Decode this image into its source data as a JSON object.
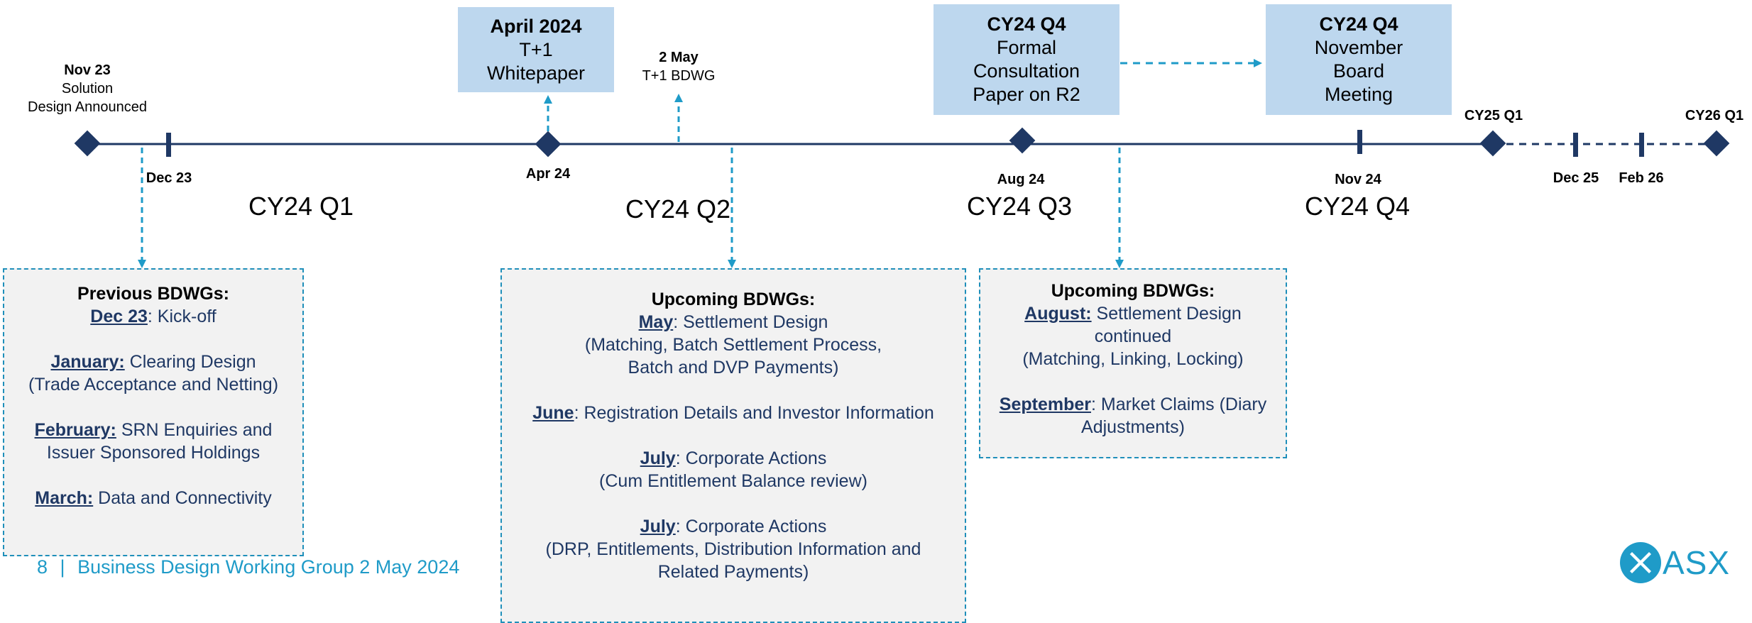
{
  "colors": {
    "navy": "#1f3864",
    "accent_blue": "#1f9bc8",
    "box_blue": "#bdd7ee",
    "box_grey": "#f2f2f2"
  },
  "timeline": {
    "milestones": [
      {
        "title": "Nov 23",
        "sub": "Solution",
        "sub2": "Design Announced"
      },
      {
        "title": "2 May",
        "sub": "T+1 BDWG"
      },
      {
        "title": "CY25 Q1"
      },
      {
        "title": "CY26 Q1"
      }
    ],
    "dates": [
      "Dec 23",
      "Apr 24",
      "Aug 24",
      "Nov 24",
      "Dec 25",
      "Feb 26"
    ],
    "quarters": [
      "CY24 Q1",
      "CY24 Q2",
      "CY24 Q3",
      "CY24 Q4"
    ]
  },
  "blue_boxes": [
    {
      "title": "April 2024",
      "lines": [
        "T+1",
        "Whitepaper"
      ]
    },
    {
      "title": "CY24 Q4",
      "lines": [
        "Formal",
        "Consultation",
        "Paper on R2"
      ]
    },
    {
      "title": "CY24 Q4",
      "lines": [
        "November",
        "Board",
        "Meeting"
      ]
    }
  ],
  "previous": {
    "heading": "Previous BDWGs:",
    "items": [
      {
        "key": "Dec 23",
        "sep": ":",
        "text": " Kick-off",
        "extra": ""
      },
      {
        "key": "January:",
        "sep": "",
        "text": " Clearing Design",
        "extra": "(Trade Acceptance and Netting)"
      },
      {
        "key": "February:",
        "sep": "",
        "text": " SRN Enquiries and",
        "extra": "Issuer Sponsored Holdings"
      },
      {
        "key": "March:",
        "sep": "",
        "text": " Data and Connectivity",
        "extra": ""
      }
    ]
  },
  "upcoming_q2": {
    "heading": "Upcoming BDWGs:",
    "items": [
      {
        "key": "May",
        "sep": ":",
        "text": " Settlement Design",
        "extra": "(Matching, Batch Settlement Process,",
        "extra2": "Batch and DVP Payments)"
      },
      {
        "key": "June",
        "sep": ":",
        "text": " Registration Details and Investor Information",
        "extra": "",
        "extra2": ""
      },
      {
        "key": "July",
        "sep": ":",
        "text": " Corporate Actions",
        "extra": "(Cum Entitlement Balance review)",
        "extra2": ""
      },
      {
        "key": "July",
        "sep": ":",
        "text": " Corporate Actions",
        "extra": "(DRP, Entitlements, Distribution Information and",
        "extra2": "Related Payments)"
      }
    ]
  },
  "upcoming_q3": {
    "heading": "Upcoming BDWGs:",
    "items": [
      {
        "key": "August:",
        "sep": "",
        "text": " Settlement Design",
        "extra": "continued",
        "extra2": "(Matching, Linking, Locking)"
      },
      {
        "key": "September",
        "sep": ":",
        "text": " Market Claims (Diary",
        "extra": "Adjustments)",
        "extra2": ""
      }
    ]
  },
  "footer": {
    "page": "8",
    "divider": "|",
    "text": "Business Design Working Group 2 May 2024"
  },
  "logo": {
    "text": "ASX"
  }
}
